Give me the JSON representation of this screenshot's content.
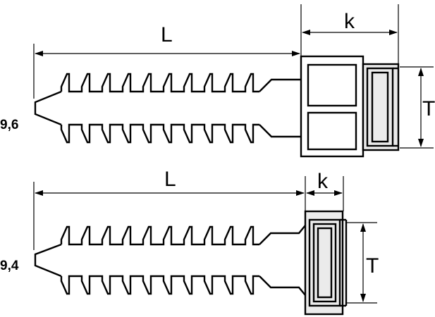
{
  "top_drawing": {
    "length_label": "L",
    "head_label": "k",
    "height_label": "T",
    "diameter_label": "9,6"
  },
  "bottom_drawing": {
    "length_label": "L",
    "head_label": "k",
    "height_label": "T",
    "diameter_label": "9,4"
  }
}
